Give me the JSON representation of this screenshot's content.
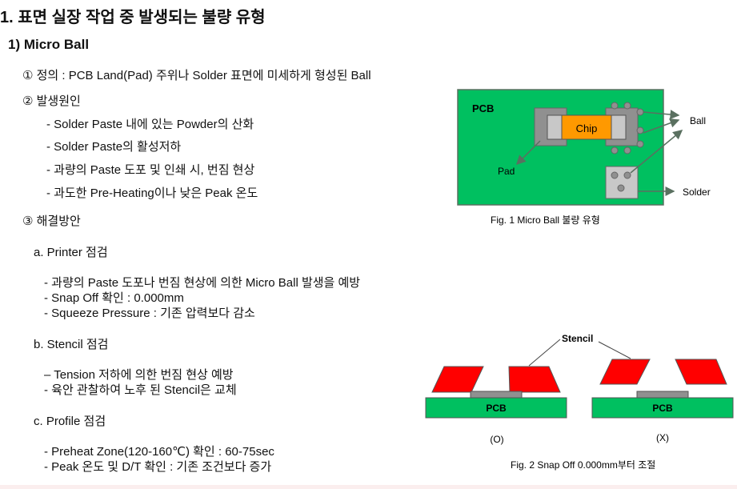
{
  "title": "1. 표면 실장 작업 중 발생되는 불량 유형",
  "section": "1) Micro Ball",
  "definition": "① 정의 : PCB Land(Pad) 주위나 Solder 표면에 미세하게 형성된 Ball",
  "causes": {
    "heading": "② 발생원인",
    "items": [
      "- Solder Paste 내에 있는 Powder의 산화",
      "- Solder Paste의 활성저하",
      "- 과량의 Paste 도포 및 인쇄 시, 번짐 현상",
      "- 과도한 Pre-Heating이나 낮은 Peak 온도"
    ]
  },
  "solutions": {
    "heading": "③ 해결방안",
    "groups": [
      {
        "heading": "a. Printer 점검",
        "items": [
          "- 과량의 Paste 도포나 번짐 현상에 의한 Micro Ball 발생을 예방",
          "- Snap Off 확인 : 0.000mm",
          "- Squeeze Pressure : 기존 압력보다 감소"
        ]
      },
      {
        "heading": "b. Stencil 점검",
        "items": [
          "– Tension 저하에 의한 번짐 현상 예방",
          "- 육안 관찰하여 노후 된 Stencil은 교체"
        ]
      },
      {
        "heading": "c. Profile 점검",
        "items": [
          "- Preheat Zone(120-160℃) 확인 : 60-75sec",
          "- Peak 온도 및 D/T 확인 : 기존 조건보다 증가"
        ]
      }
    ]
  },
  "fig1": {
    "pcb": "PCB",
    "chip": "Chip",
    "pad": "Pad",
    "ball": "Ball",
    "solder": "Solder",
    "caption": "Fig. 1 Micro Ball 불량 유형",
    "colors": {
      "pcb": "#00c060",
      "chip": "#ff9900",
      "pad": "#909090",
      "solder": "#c0c0c0"
    }
  },
  "fig2": {
    "stencil": "Stencil",
    "pcb_left": "PCB",
    "pcb_right": "PCB",
    "label_ok": "(O)",
    "label_ng": "(X)",
    "caption": "Fig. 2  Snap Off 0.000mm부터 조절",
    "colors": {
      "stencil": "#ff0000",
      "pcb": "#00c060"
    }
  }
}
